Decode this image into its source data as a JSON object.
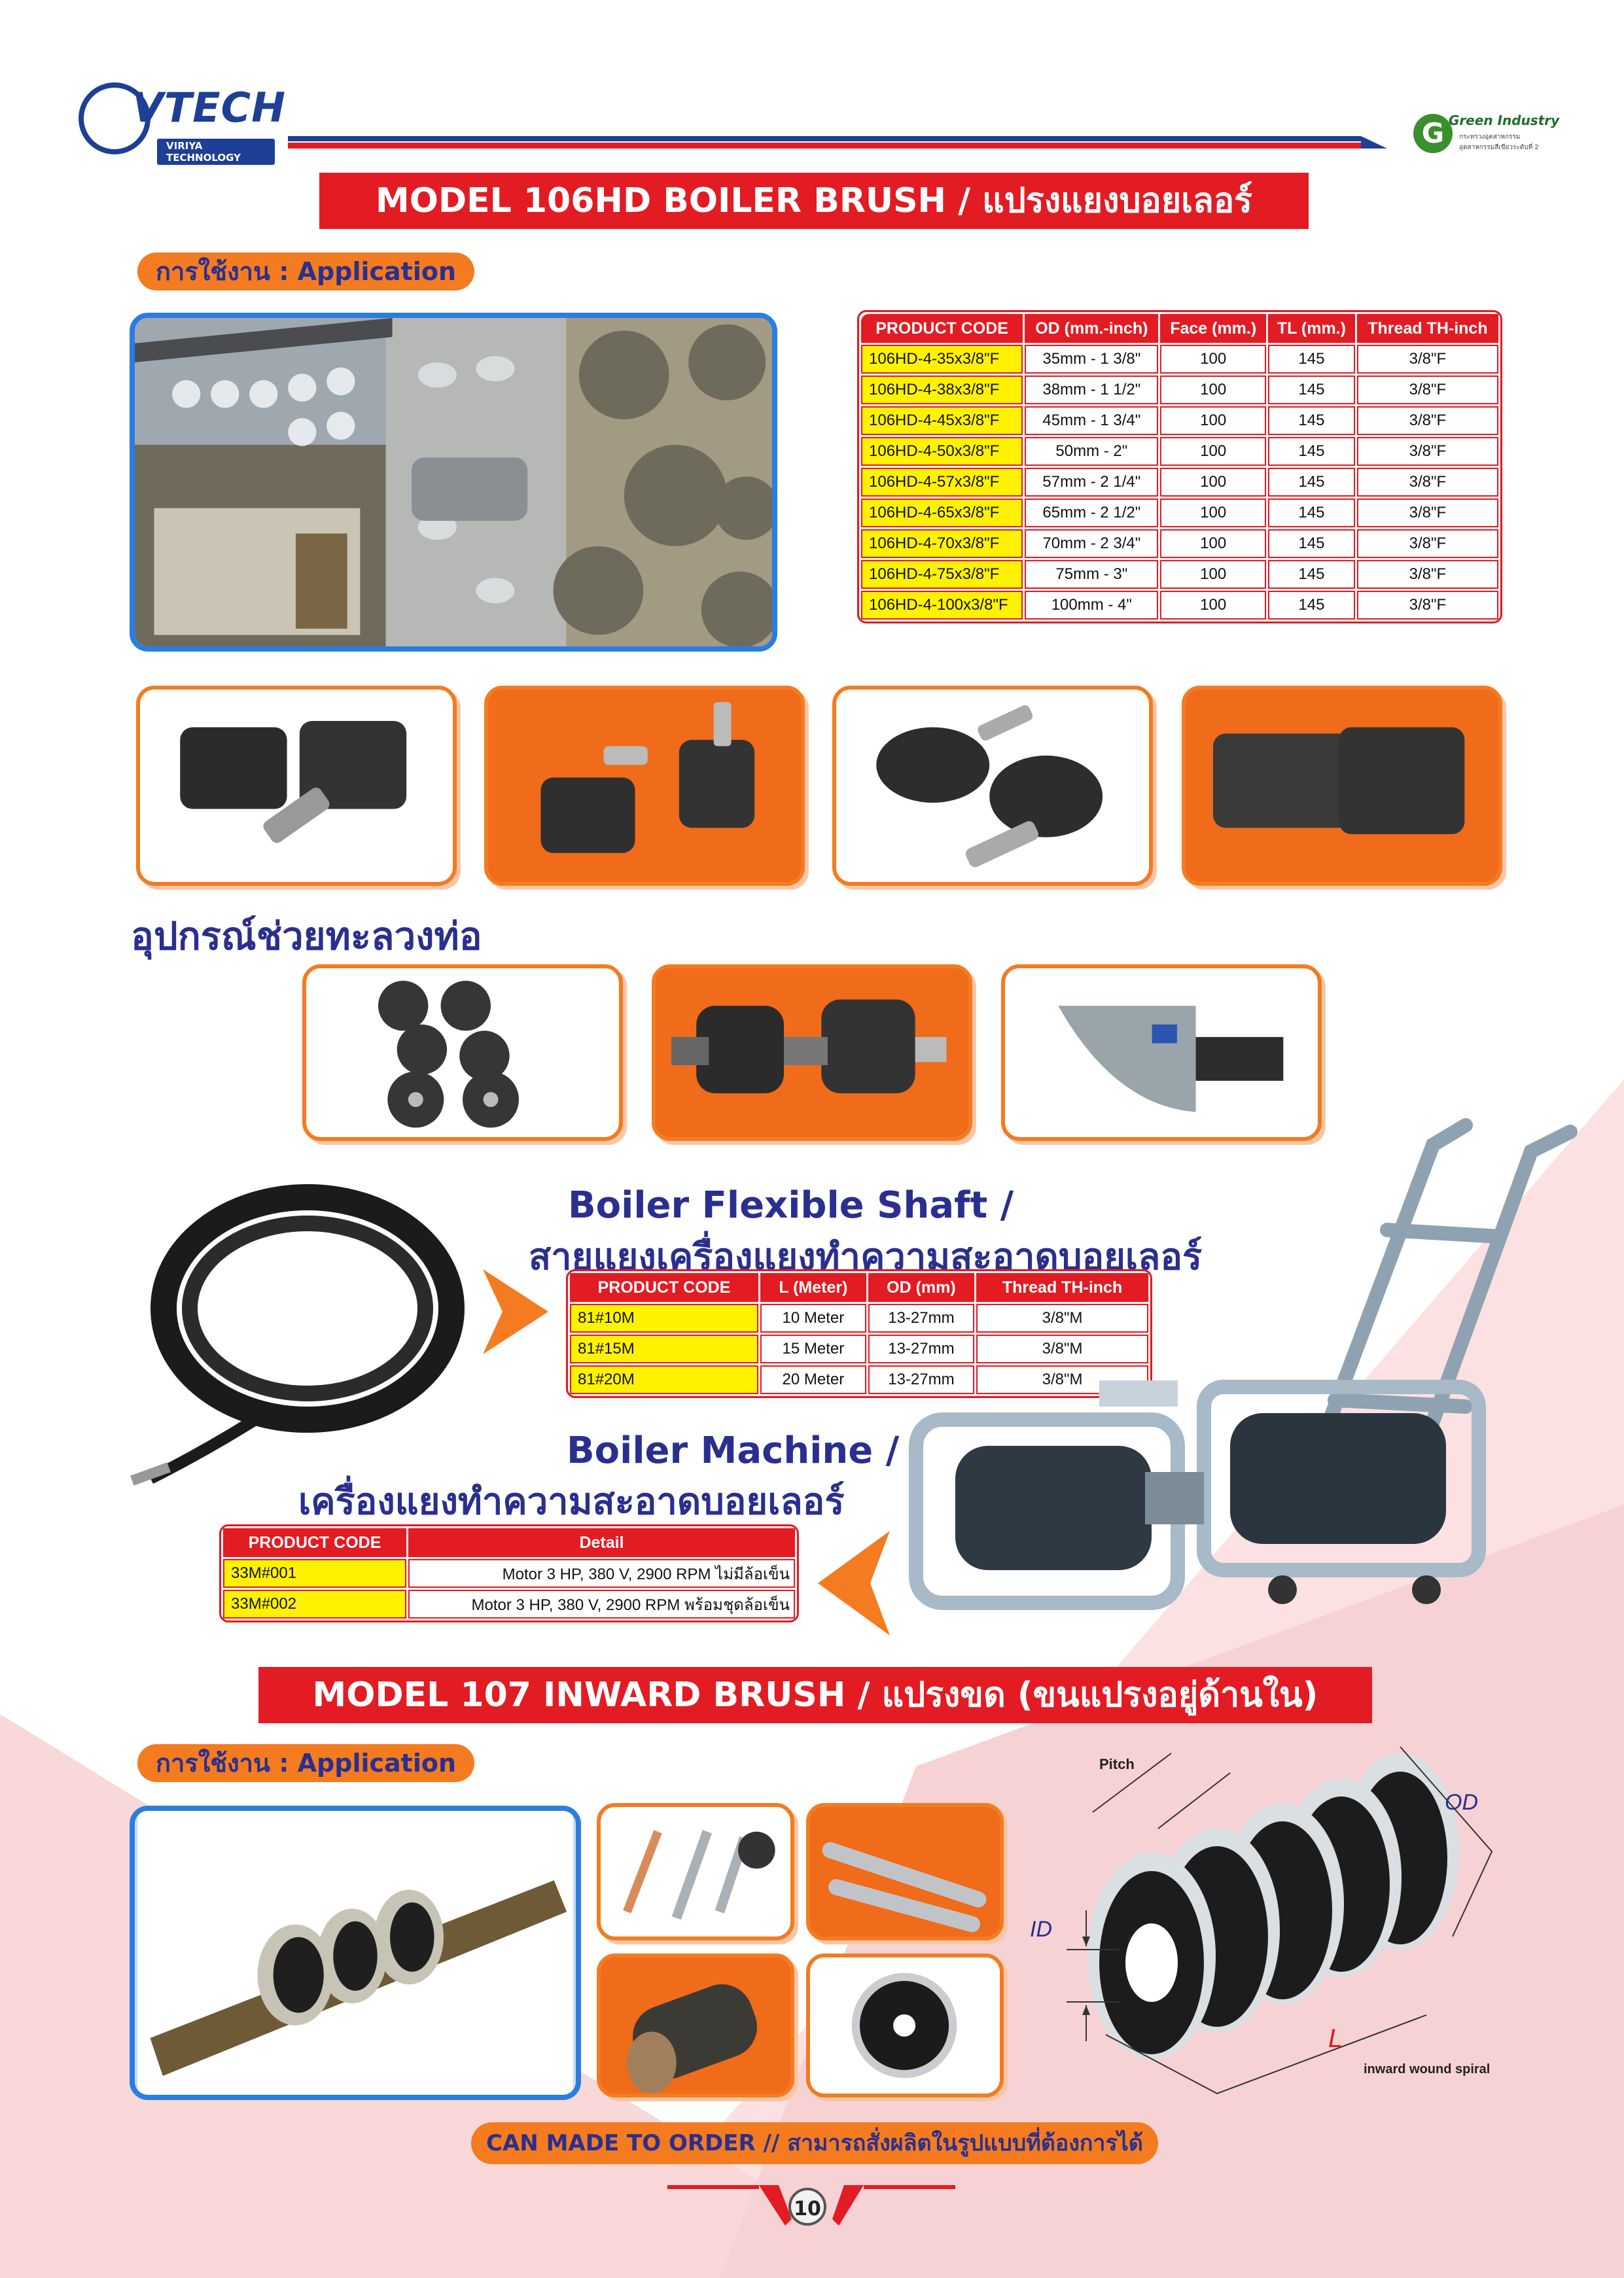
{
  "header": {
    "logo_text": "VTECH",
    "logo_sub": "VIRIYA TECHNOLOGY",
    "partner_title": "Green Industry",
    "partner_sub1": "กระทรวงอุตสาหกรรม",
    "partner_sub2": "อุตสาหกรรมสีเขียวระดับที่ 2"
  },
  "section1": {
    "title": "MODEL 106HD BOILER BRUSH / แปรงแยงบอยเลอร์",
    "application_th": "การใช้งาน :",
    "application_en": " Application",
    "table_headers": [
      "PRODUCT CODE",
      "OD (mm.-inch)",
      "Face (mm.)",
      "TL (mm.)",
      "Thread TH-inch"
    ],
    "rows": [
      [
        "106HD-4-35x3/8\"F",
        "35mm - 1 3/8\"",
        "100",
        "145",
        "3/8\"F"
      ],
      [
        "106HD-4-38x3/8\"F",
        "38mm - 1 1/2\"",
        "100",
        "145",
        "3/8\"F"
      ],
      [
        "106HD-4-45x3/8\"F",
        "45mm - 1 3/4\"",
        "100",
        "145",
        "3/8\"F"
      ],
      [
        "106HD-4-50x3/8\"F",
        "50mm - 2\"",
        "100",
        "145",
        "3/8\"F"
      ],
      [
        "106HD-4-57x3/8\"F",
        "57mm - 2 1/4\"",
        "100",
        "145",
        "3/8\"F"
      ],
      [
        "106HD-4-65x3/8\"F",
        "65mm - 2 1/2\"",
        "100",
        "145",
        "3/8\"F"
      ],
      [
        "106HD-4-70x3/8\"F",
        "70mm - 2 3/4\"",
        "100",
        "145",
        "3/8\"F"
      ],
      [
        "106HD-4-75x3/8\"F",
        "75mm - 3\"",
        "100",
        "145",
        "3/8\"F"
      ],
      [
        "106HD-4-100x3/8\"F",
        "100mm - 4\"",
        "100",
        "145",
        "3/8\"F"
      ]
    ]
  },
  "equipment_heading": "อุปกรณ์ช่วยทะลวงท่อ",
  "flexible_shaft": {
    "heading_en": "Boiler Flexible Shaft /",
    "heading_th": "สายแยงเครื่องแยงทำความสะอาดบอยเลอร์",
    "table_headers": [
      "PRODUCT CODE",
      "L (Meter)",
      "OD (mm)",
      "Thread TH-inch"
    ],
    "rows": [
      [
        "81#10M",
        "10 Meter",
        "13-27mm",
        "3/8\"M"
      ],
      [
        "81#15M",
        "15 Meter",
        "13-27mm",
        "3/8\"M"
      ],
      [
        "81#20M",
        "20 Meter",
        "13-27mm",
        "3/8\"M"
      ]
    ]
  },
  "boiler_machine": {
    "heading_en": "Boiler Machine /",
    "heading_th": "เครื่องแยงทำความสะอาดบอยเลอร์",
    "table_headers": [
      "PRODUCT CODE",
      "Detail"
    ],
    "rows": [
      [
        "33M#001",
        "Motor 3 HP, 380 V, 2900 RPM ไม่มีล้อเข็น"
      ],
      [
        "33M#002",
        "Motor 3 HP, 380 V, 2900 RPM พร้อมชุดล้อเข็น"
      ]
    ]
  },
  "section2": {
    "title": "MODEL 107 INWARD BRUSH / แปรงขด (ขนแปรงอยู่ด้านใน)",
    "application_th": "การใช้งาน :",
    "application_en": " Application",
    "diagram_labels": {
      "pitch": "Pitch",
      "od": "OD",
      "id": "ID",
      "l": "L",
      "caption": "inward wound spiral"
    }
  },
  "footer": {
    "made_to_order": "CAN MADE TO ORDER // สามารถสั่งผลิตในรูปแบบที่ต้องการได้",
    "page_number": "10"
  },
  "colors": {
    "brand_blue": "#1d3f95",
    "title_red": "#e31b23",
    "accent_orange": "#f47b20",
    "code_yellow": "#fff200",
    "heading_navy": "#2a2f8f"
  }
}
